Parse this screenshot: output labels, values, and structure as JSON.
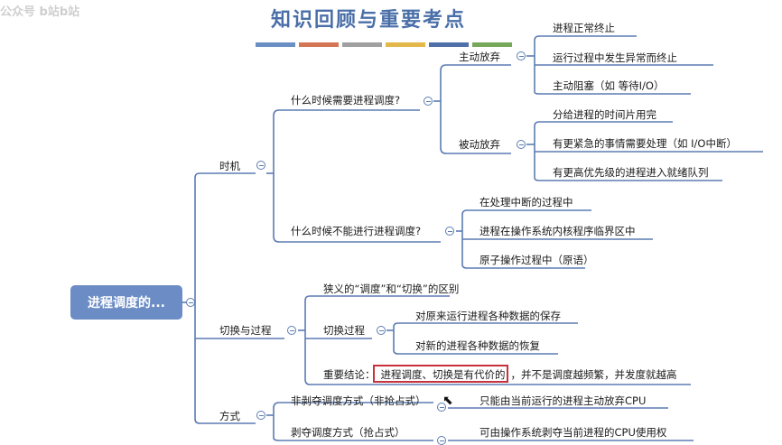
{
  "watermark": "公众号 b站b站",
  "title": "知识回顾与重要考点",
  "color_bars": [
    "#6a8fc4",
    "#d47653",
    "#a0a0a0",
    "#e3b84a",
    "#4f6fa8",
    "#76a85a"
  ],
  "line_color": "#5b7cb3",
  "root": "进程调度的...",
  "timing": {
    "label": "时机",
    "when_needed": {
      "label": "什么时候需要进程调度?",
      "voluntary": {
        "label": "主动放弃",
        "items": [
          "进程正常终止",
          "运行过程中发生异常而终止",
          "主动阻塞（如 等待I/O）"
        ]
      },
      "passive": {
        "label": "被动放弃",
        "items": [
          "分给进程的时间片用完",
          "有更紧急的事情需要处理（如 I/O中断）",
          "有更高优先级的进程进入就绪队列"
        ]
      }
    },
    "when_not": {
      "label": "什么时候不能进行进程调度?",
      "items": [
        "在处理中断的过程中",
        "进程在操作系统内核程序临界区中",
        "原子操作过程中（原语）"
      ]
    }
  },
  "switching": {
    "label": "切换与过程",
    "narrow": "狭义的“调度”和“切换”的区别",
    "process": {
      "label": "切换过程",
      "items": [
        "对原来运行进程各种数据的保存",
        "对新的进程各种数据的恢复"
      ]
    },
    "conclusion_prefix": "重要结论：",
    "conclusion_highlight": "进程调度、切换是有代价的",
    "conclusion_suffix": "，并不是调度越频繁，并发度就越高"
  },
  "modes": {
    "label": "方式",
    "non_preemptive": {
      "label": "非剥夺调度方式（非抢占式）",
      "desc": "只能由当前运行的进程主动放弃CPU"
    },
    "preemptive": {
      "label": "剥夺调度方式（抢占式）",
      "desc": "可由操作系统剥夺当前进程的CPU使用权"
    }
  }
}
